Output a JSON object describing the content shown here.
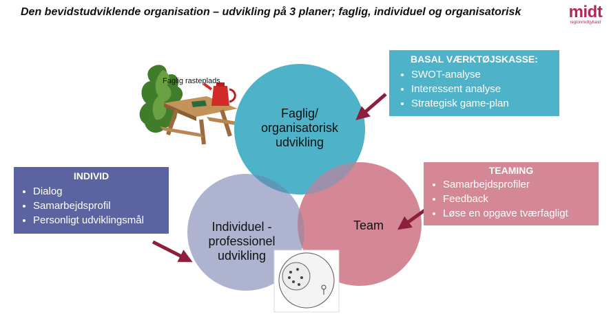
{
  "title": "Den bevidstudviklende organisation – udvikling på 3 planer; faglig, individuel og organisatorisk",
  "logo": {
    "main": "midt",
    "sub": "regionmidtjylland"
  },
  "rest_area_label": "Faglig rasteplads",
  "circles": {
    "faglig": {
      "lines": [
        "Faglig/",
        "organisatorisk",
        "udvikling"
      ],
      "color": "#4eb3c8"
    },
    "individuel": {
      "lines": [
        "Individuel -",
        "professionel",
        "udvikling"
      ],
      "color": "#aeb4cf"
    },
    "team": {
      "label": "Team",
      "color": "#d48896"
    }
  },
  "boxes": {
    "basal": {
      "title": "BASAL VÆRKTØJSKASSE:",
      "items": [
        "SWOT-analyse",
        "Interessent analyse",
        "Strategisk game-plan"
      ],
      "color": "#4eb3c8"
    },
    "individ": {
      "title": "INDIVID",
      "items": [
        "Dialog",
        "Samarbejdsprofil",
        "Personligt udviklingsmål"
      ],
      "color": "#5b64a0"
    },
    "teaming": {
      "title": "TEAMING",
      "items": [
        "Samarbejdsprofiler",
        "Feedback",
        "Løse en opgave tværfagligt"
      ],
      "color": "#d48896"
    }
  },
  "arrow_color": "#8b1f3c",
  "icons": [
    "denmark-map-icon",
    "picnic-table-icon",
    "coffee-pot-icon",
    "group-sketch-icon"
  ]
}
